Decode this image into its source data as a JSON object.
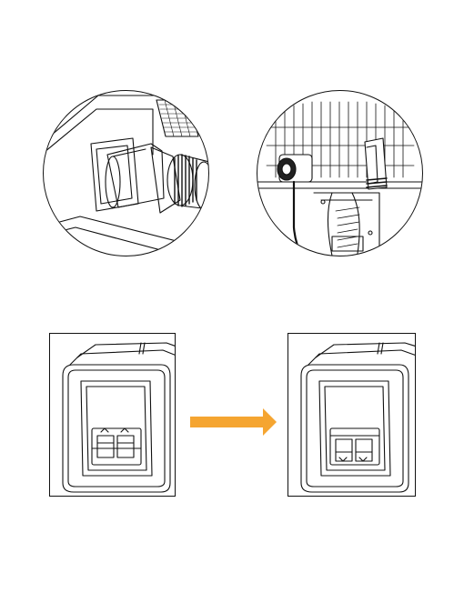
{
  "figure": {
    "panels": [
      {
        "id": "connector-closeup",
        "shape": "circle"
      },
      {
        "id": "rear-port-closeup",
        "shape": "circle"
      },
      {
        "id": "breaker-before",
        "shape": "rect",
        "breaker_state": "on"
      },
      {
        "id": "breaker-after",
        "shape": "rect",
        "breaker_state": "off"
      }
    ],
    "arrow": {
      "color": "#F5A531",
      "direction": "right"
    }
  }
}
